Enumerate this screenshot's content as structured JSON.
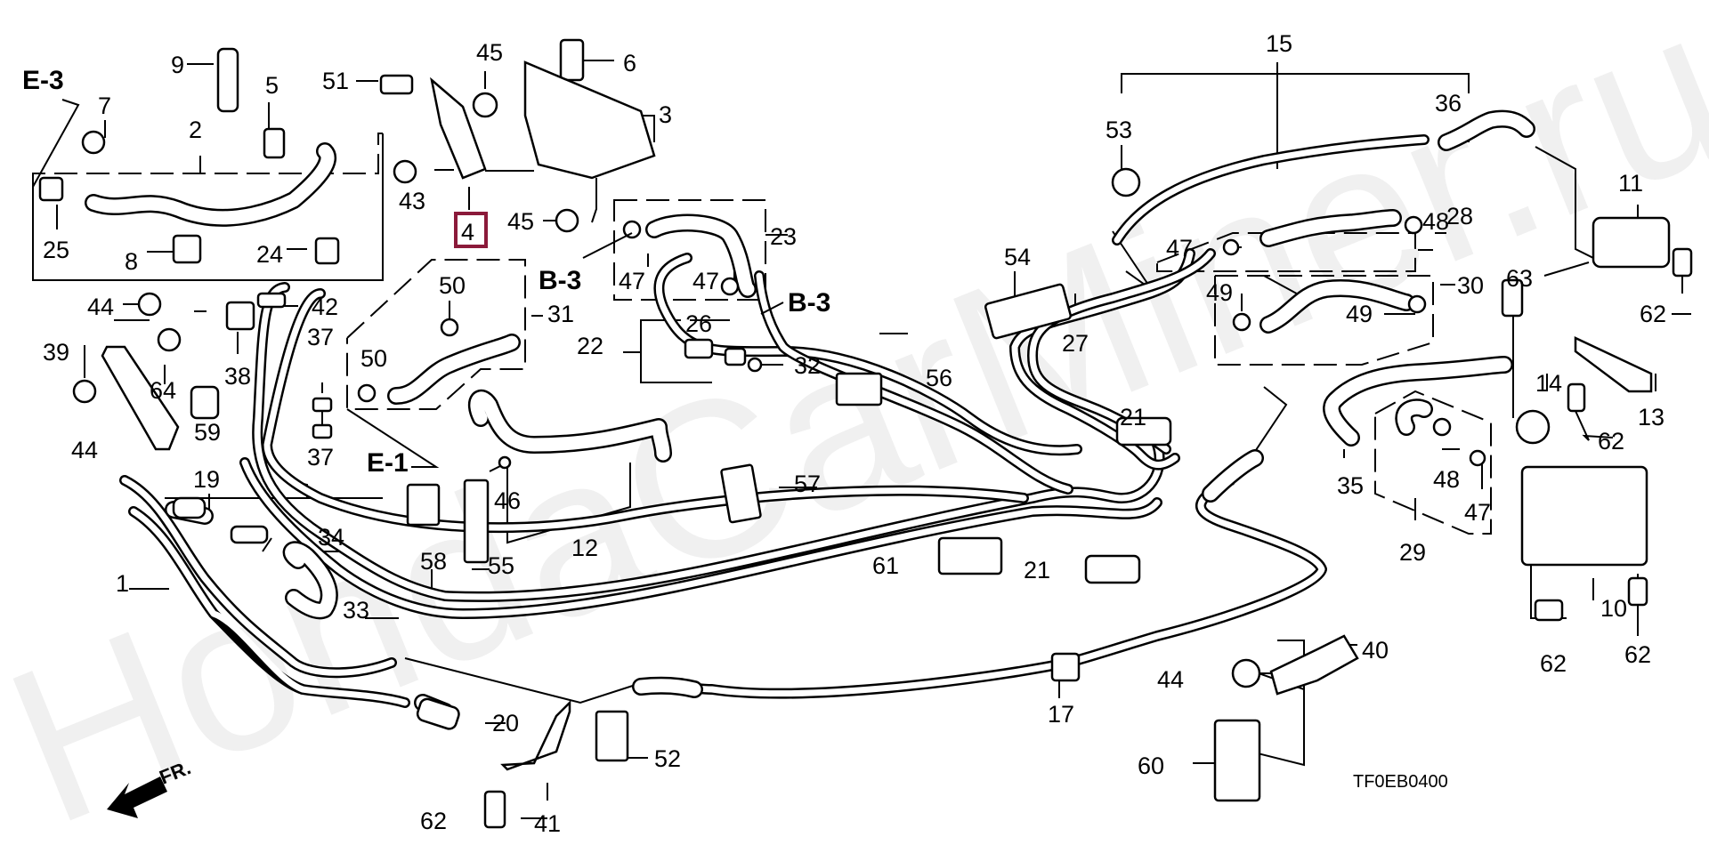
{
  "diagram": {
    "title": "Fuel pipe / hose parts diagram",
    "part_code": "TF0EB0400",
    "watermark": "HondaCarMiner.ru",
    "front_indicator": "FR.",
    "highlight_color": "#8b1a3a",
    "highlighted_callout": "4",
    "section_refs": [
      {
        "id": "ref-e3",
        "label": "E-3"
      },
      {
        "id": "ref-b3-left",
        "label": "B-3"
      },
      {
        "id": "ref-b3-right",
        "label": "B-3"
      },
      {
        "id": "ref-e1",
        "label": "E-1"
      }
    ],
    "callouts": [
      {
        "id": "c9",
        "label": "9"
      },
      {
        "id": "c5",
        "label": "5"
      },
      {
        "id": "c51",
        "label": "51"
      },
      {
        "id": "c45a",
        "label": "45"
      },
      {
        "id": "c6",
        "label": "6"
      },
      {
        "id": "c3",
        "label": "3"
      },
      {
        "id": "c7",
        "label": "7"
      },
      {
        "id": "c2",
        "label": "2"
      },
      {
        "id": "c43",
        "label": "43"
      },
      {
        "id": "c4",
        "label": "4"
      },
      {
        "id": "c45b",
        "label": "45"
      },
      {
        "id": "c25",
        "label": "25"
      },
      {
        "id": "c8",
        "label": "8"
      },
      {
        "id": "c24",
        "label": "24"
      },
      {
        "id": "c23",
        "label": "23"
      },
      {
        "id": "c47a",
        "label": "47"
      },
      {
        "id": "c47b",
        "label": "47"
      },
      {
        "id": "c44a",
        "label": "44"
      },
      {
        "id": "c42",
        "label": "42"
      },
      {
        "id": "c50a",
        "label": "50"
      },
      {
        "id": "c31",
        "label": "31"
      },
      {
        "id": "c39",
        "label": "39"
      },
      {
        "id": "c64",
        "label": "64"
      },
      {
        "id": "c38",
        "label": "38"
      },
      {
        "id": "c37a",
        "label": "37"
      },
      {
        "id": "c50b",
        "label": "50"
      },
      {
        "id": "c26",
        "label": "26"
      },
      {
        "id": "c22",
        "label": "22"
      },
      {
        "id": "c32",
        "label": "32"
      },
      {
        "id": "c56",
        "label": "56"
      },
      {
        "id": "c44b",
        "label": "44"
      },
      {
        "id": "c59",
        "label": "59"
      },
      {
        "id": "c37b",
        "label": "37"
      },
      {
        "id": "c19",
        "label": "19"
      },
      {
        "id": "c46",
        "label": "46"
      },
      {
        "id": "c57",
        "label": "57"
      },
      {
        "id": "c34",
        "label": "34"
      },
      {
        "id": "c58",
        "label": "58"
      },
      {
        "id": "c55",
        "label": "55"
      },
      {
        "id": "c12",
        "label": "12"
      },
      {
        "id": "c1",
        "label": "1"
      },
      {
        "id": "c33",
        "label": "33"
      },
      {
        "id": "c61",
        "label": "61"
      },
      {
        "id": "c21a",
        "label": "21"
      },
      {
        "id": "c21b",
        "label": "21"
      },
      {
        "id": "c20",
        "label": "20"
      },
      {
        "id": "c52",
        "label": "52"
      },
      {
        "id": "c62a",
        "label": "62"
      },
      {
        "id": "c41",
        "label": "41"
      },
      {
        "id": "c17",
        "label": "17"
      },
      {
        "id": "c44c",
        "label": "44"
      },
      {
        "id": "c40",
        "label": "40"
      },
      {
        "id": "c60",
        "label": "60"
      },
      {
        "id": "c15",
        "label": "15"
      },
      {
        "id": "c53",
        "label": "53"
      },
      {
        "id": "c36",
        "label": "36"
      },
      {
        "id": "c11",
        "label": "11"
      },
      {
        "id": "c54",
        "label": "54"
      },
      {
        "id": "c47c",
        "label": "47"
      },
      {
        "id": "c48a",
        "label": "48"
      },
      {
        "id": "c28",
        "label": "28"
      },
      {
        "id": "c27",
        "label": "27"
      },
      {
        "id": "c49a",
        "label": "49"
      },
      {
        "id": "c49b",
        "label": "49"
      },
      {
        "id": "c30",
        "label": "30"
      },
      {
        "id": "c63",
        "label": "63"
      },
      {
        "id": "c62b",
        "label": "62"
      },
      {
        "id": "c13",
        "label": "13"
      },
      {
        "id": "c14",
        "label": "14"
      },
      {
        "id": "c62c",
        "label": "62"
      },
      {
        "id": "c35",
        "label": "35"
      },
      {
        "id": "c48b",
        "label": "48"
      },
      {
        "id": "c47d",
        "label": "47"
      },
      {
        "id": "c29",
        "label": "29"
      },
      {
        "id": "c10",
        "label": "10"
      },
      {
        "id": "c62d",
        "label": "62"
      },
      {
        "id": "c62e",
        "label": "62"
      }
    ]
  }
}
